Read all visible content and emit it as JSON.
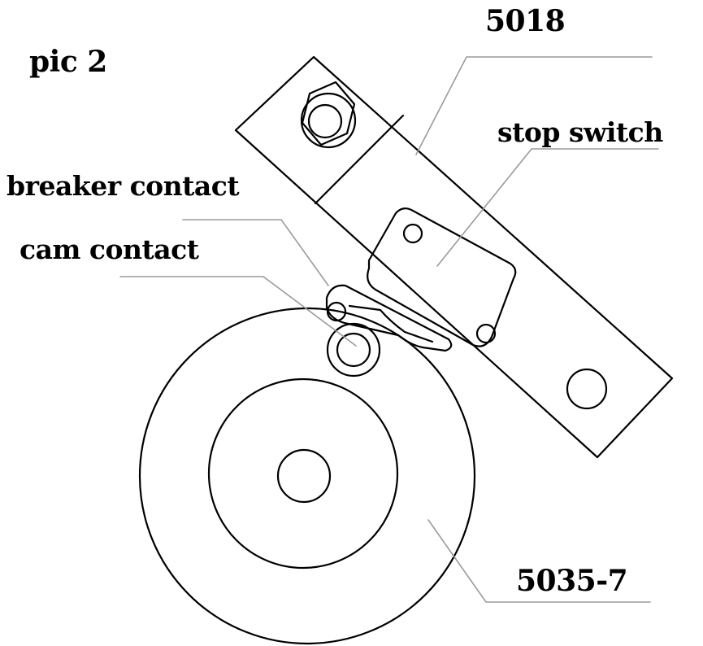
{
  "figure": {
    "title": "pic 2",
    "labels": {
      "bracket": "5018",
      "stop_switch": "stop switch",
      "breaker_contact": "breaker contact",
      "cam_contact": "cam contact",
      "cam_wheel": "5035-7"
    }
  }
}
